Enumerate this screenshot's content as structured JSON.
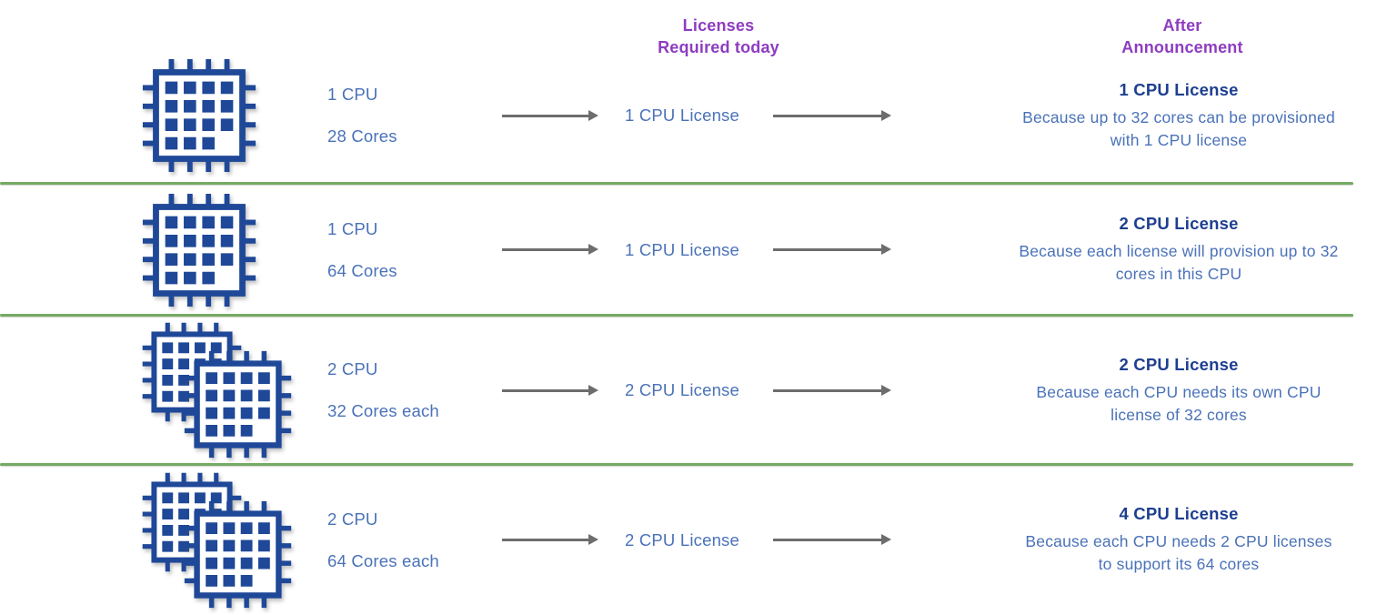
{
  "theme": {
    "purple": "#8e3cc0",
    "blue": "#4a72b8",
    "navy": "#1e3f8f",
    "chipBlue": "#1f4898",
    "green": "#74ab62",
    "arrowGray": "#6d6d6d"
  },
  "headers": {
    "licenses_line1": "Licenses",
    "licenses_line2": "Required today",
    "after_line1": "After",
    "after_line2": "Announcement"
  },
  "rows": [
    {
      "chips": 1,
      "cpu_line1": "1 CPU",
      "cpu_line2": "28 Cores",
      "license": "1 CPU License",
      "after_title": "1 CPU License",
      "after_body": "Because up to 32 cores can be provisioned with 1 CPU license"
    },
    {
      "chips": 1,
      "cpu_line1": "1 CPU",
      "cpu_line2": "64 Cores",
      "license": "1 CPU License",
      "after_title": "2 CPU License",
      "after_body": "Because each license will provision up to 32 cores in this CPU"
    },
    {
      "chips": 2,
      "cpu_line1": "2 CPU",
      "cpu_line2": "32 Cores each",
      "license": "2 CPU License",
      "after_title": "2 CPU License",
      "after_body": "Because each CPU needs its own CPU license of 32 cores"
    },
    {
      "chips": 2,
      "cpu_line1": "2 CPU",
      "cpu_line2": "64 Cores each",
      "license": "2 CPU License",
      "after_title": "4 CPU License",
      "after_body": "Because each CPU needs 2 CPU licenses to support its 64 cores"
    }
  ]
}
